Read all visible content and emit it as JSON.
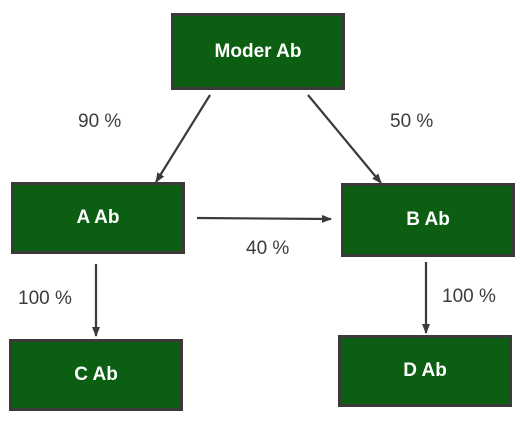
{
  "nodes": {
    "moder": {
      "label": "Moder Ab"
    },
    "a": {
      "label": "A Ab"
    },
    "b": {
      "label": "B Ab"
    },
    "c": {
      "label": "C Ab"
    },
    "d": {
      "label": "D Ab"
    }
  },
  "edges": [
    {
      "from": "Moder Ab",
      "to": "A Ab",
      "label": "90 %"
    },
    {
      "from": "Moder Ab",
      "to": "B Ab",
      "label": "50 %"
    },
    {
      "from": "A Ab",
      "to": "B Ab",
      "label": "40 %"
    },
    {
      "from": "A Ab",
      "to": "C Ab",
      "label": "100 %"
    },
    {
      "from": "B Ab",
      "to": "D Ab",
      "label": "100 %"
    }
  ],
  "colors": {
    "node_fill": "#0b5e12",
    "node_border": "#3a3a3a",
    "node_text": "#ffffff",
    "edge": "#3a3a3a",
    "edge_label": "#3c3c3c"
  }
}
